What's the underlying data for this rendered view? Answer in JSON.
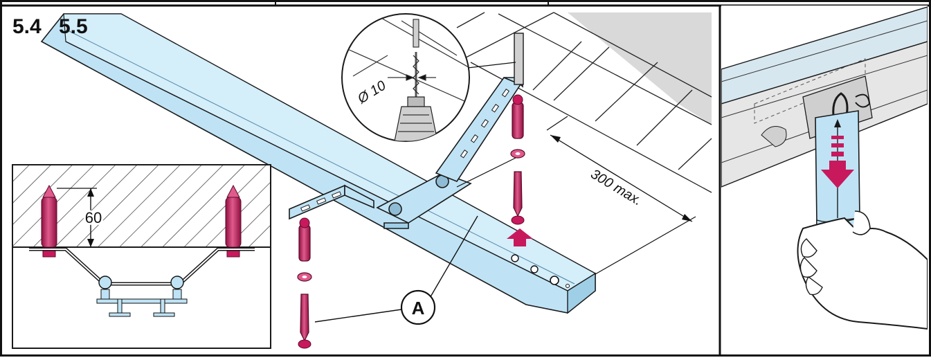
{
  "steps": {
    "first": "5.4",
    "second": "5.5"
  },
  "labels": {
    "drill_diameter": "Ø 10",
    "anchor_depth": "60",
    "max_distance": "300 max.",
    "callout": "A"
  },
  "colors": {
    "rail_fill": "#bfe3f5",
    "rail_stroke": "#1a1a1a",
    "accent": "#c8195d",
    "accent_light": "#e05a8c",
    "wall_shade": "#d9d9d9",
    "hatch": "#333333"
  }
}
